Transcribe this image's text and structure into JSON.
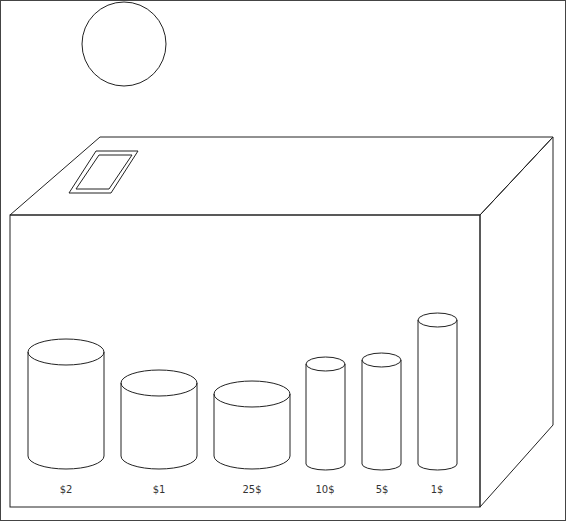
{
  "diagram": {
    "labels": [
      "$2",
      "$1",
      "25$",
      "10$",
      "5$",
      "1$"
    ]
  }
}
